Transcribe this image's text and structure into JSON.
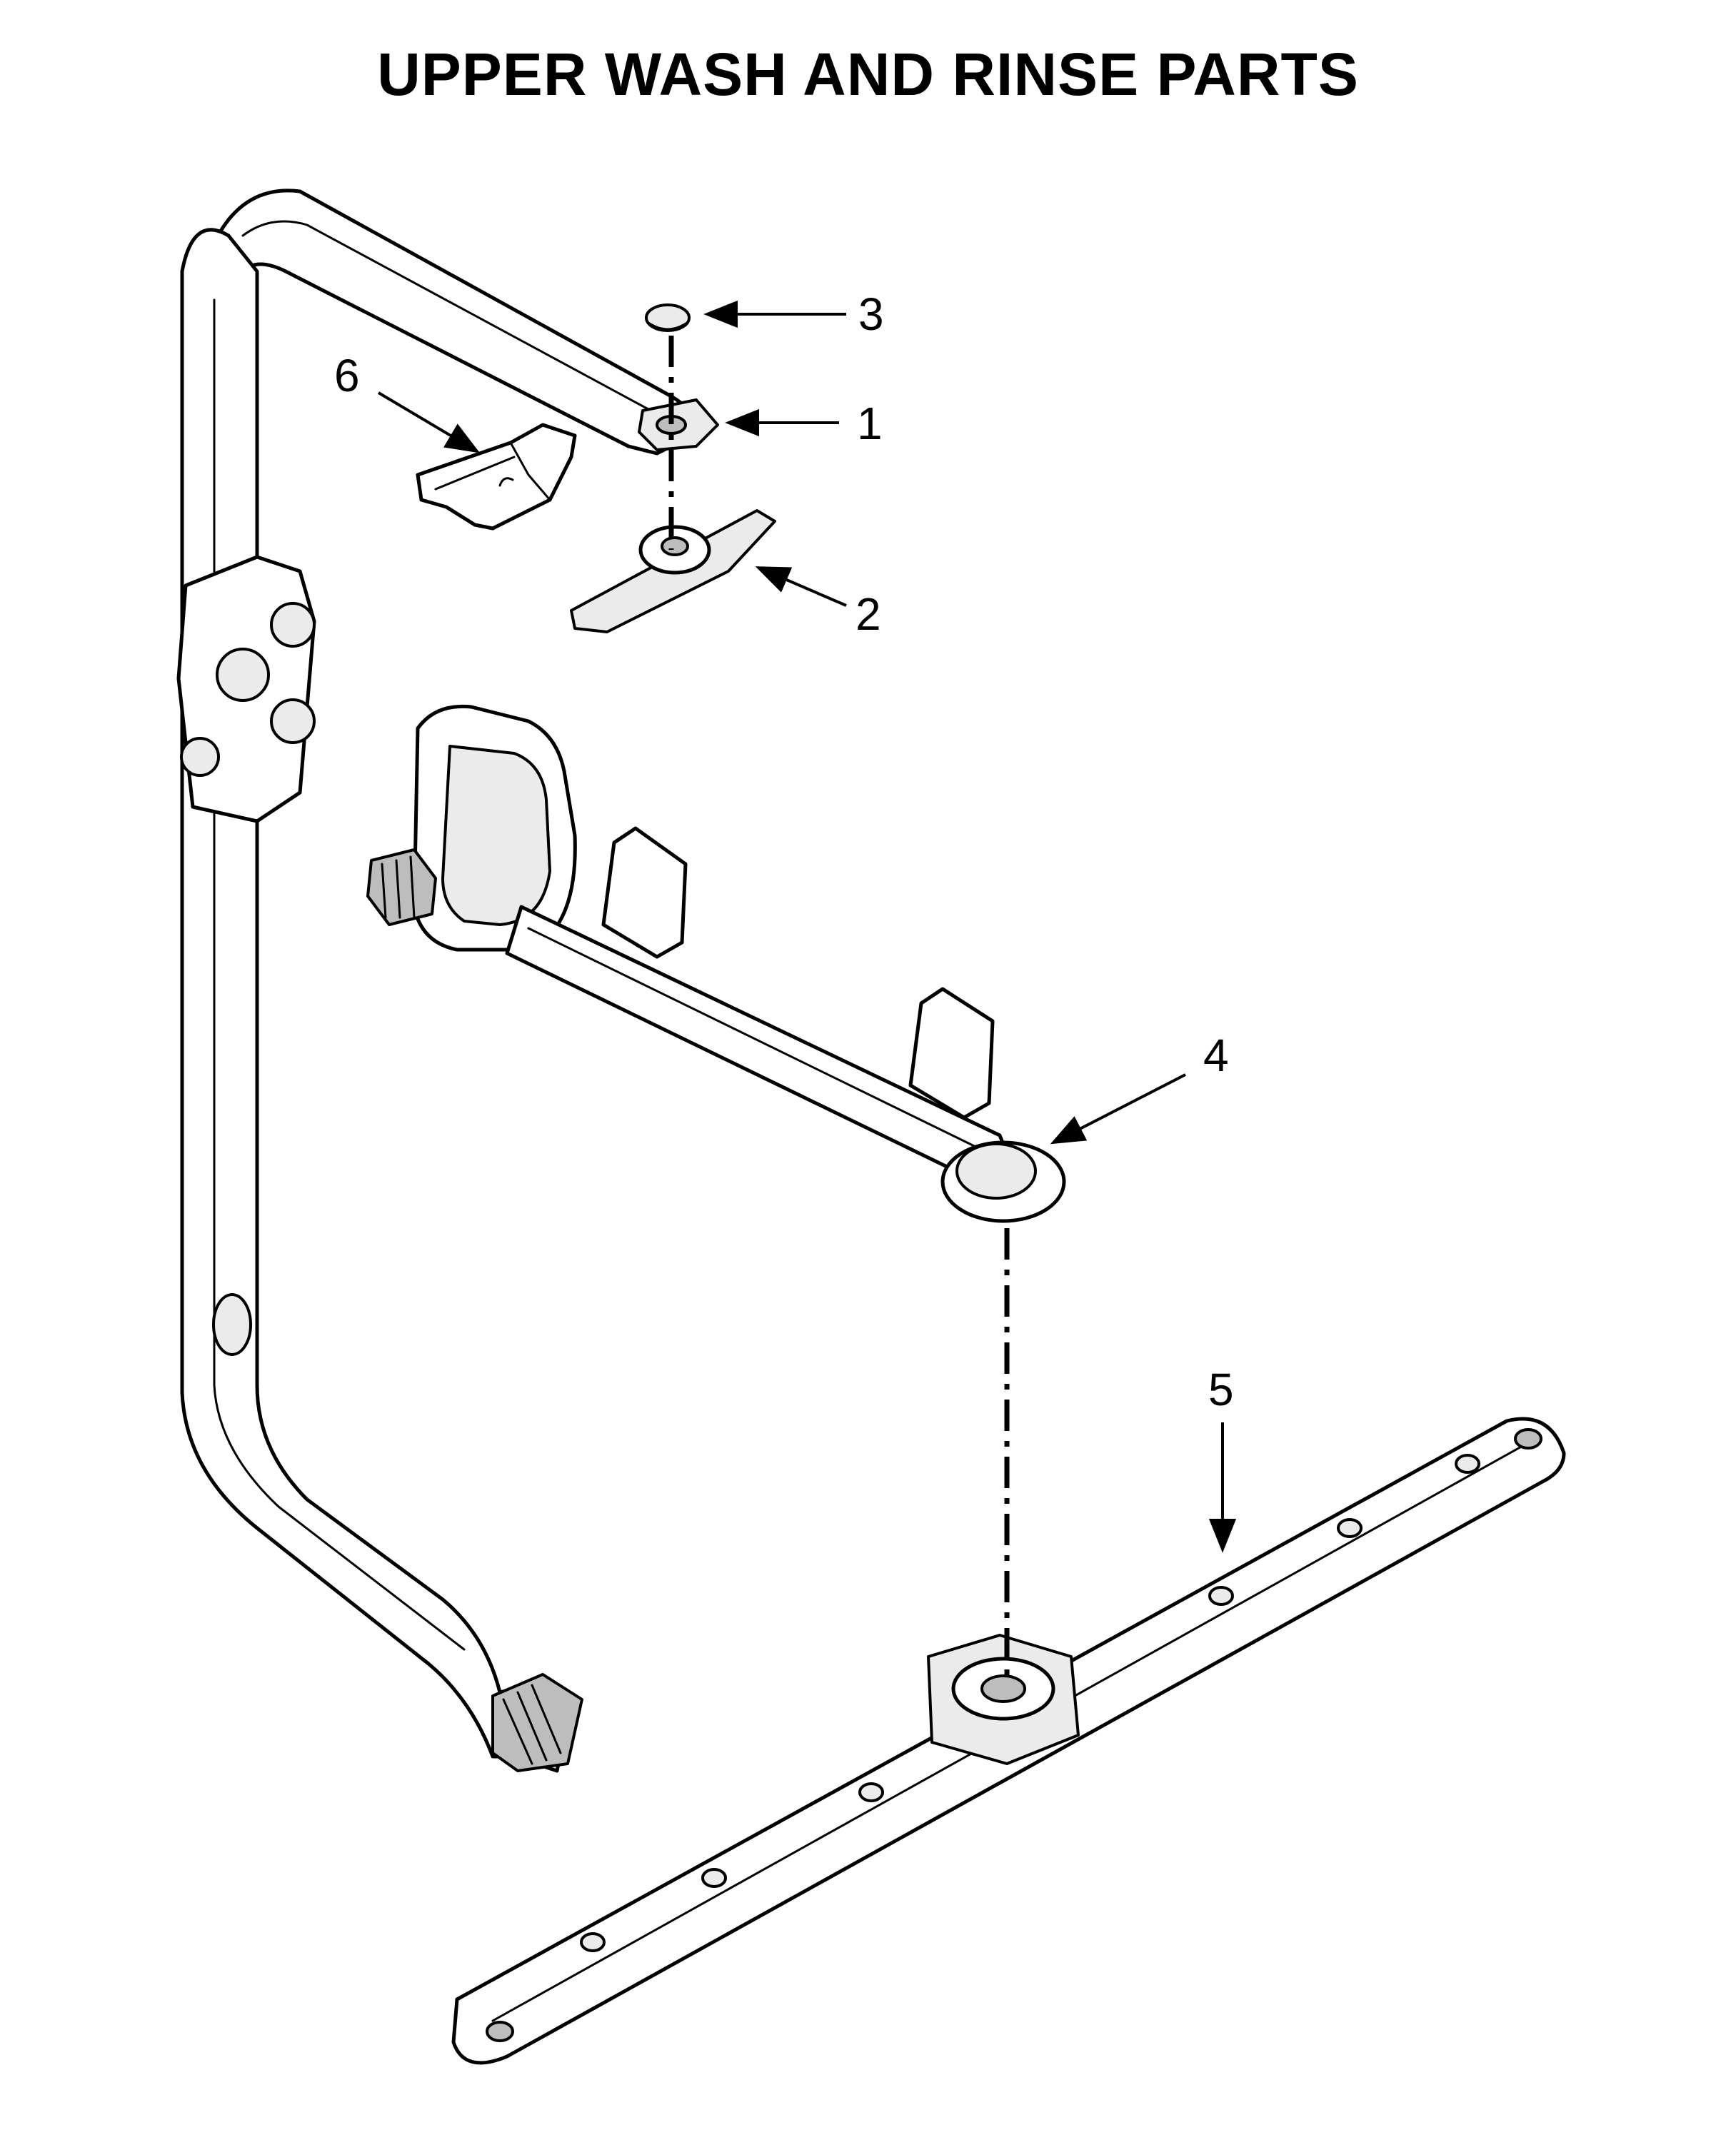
{
  "title": "UPPER WASH AND RINSE PARTS",
  "callouts": [
    {
      "id": "1",
      "label": "1"
    },
    {
      "id": "2",
      "label": "2"
    },
    {
      "id": "3",
      "label": "3"
    },
    {
      "id": "4",
      "label": "4"
    },
    {
      "id": "5",
      "label": "5"
    },
    {
      "id": "6",
      "label": "6"
    }
  ],
  "colors": {
    "line": "#000000",
    "background": "#ffffff",
    "shade": "#ebebeb"
  }
}
